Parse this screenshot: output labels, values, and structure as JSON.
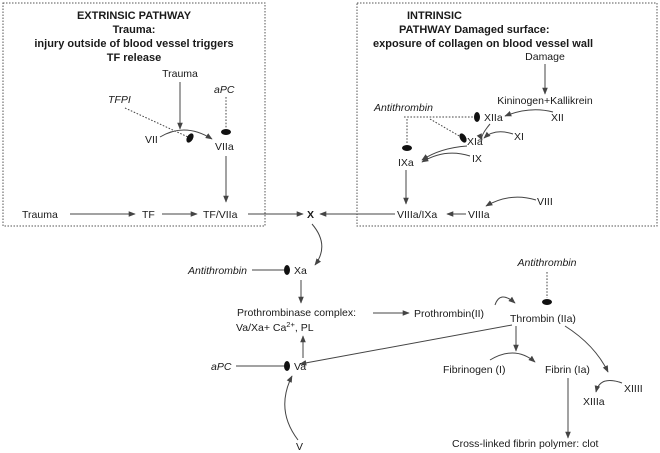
{
  "extrinsic": {
    "header": [
      "EXTRINSIC PATHWAY",
      "Trauma:",
      "injury outside of blood vessel triggers",
      "TF release"
    ],
    "trauma_top": "Trauma",
    "tfpi": "TFPI",
    "apc": "aPC",
    "vii": "VII",
    "viia": "VIIa",
    "trauma_left": "Trauma",
    "tf": "TF",
    "tfviia": "TF/VIIa"
  },
  "intrinsic": {
    "header": [
      "INTRINSIC",
      "PATHWAY Damaged surface:",
      "exposure of collagen on blood vessel wall"
    ],
    "damage": "Damage",
    "kk": "Kininogen+Kallikrein",
    "antithrombin": "Antithrombin",
    "xiia": "XIIa",
    "xii": "XII",
    "xia": "XIa",
    "xi": "XI",
    "ixa": "IXa",
    "ix": "IX",
    "viii": "VIII",
    "viiia": "VIIIa",
    "viiiaixa": "VIIIa/IXa"
  },
  "common": {
    "x": "X",
    "antithrombin_xa": "Antithrombin",
    "xa": "Xa",
    "prothrombinase_line1": "Prothrombinase complex:",
    "prothrombinase_line2_a": "Va/Xa+ Ca",
    "prothrombinase_line2_sup": "2+",
    "prothrombinase_line2_b": ", PL",
    "prothrombin": "Prothrombin(II)",
    "antithrombin_th": "Antithrombin",
    "thrombin": "Thrombin (IIa)",
    "apc": "aPC",
    "va": "Va",
    "v": "V",
    "fibrinogen": "Fibrinogen (I)",
    "fibrin": "Fibrin (Ia)",
    "xiii": "XIIII",
    "xiiia": "XIIIa",
    "clot": "Cross-linked fibrin polymer: clot"
  },
  "colors": {
    "line": "#444444",
    "text": "#1a1a1a",
    "inhibitor": "#111111"
  }
}
